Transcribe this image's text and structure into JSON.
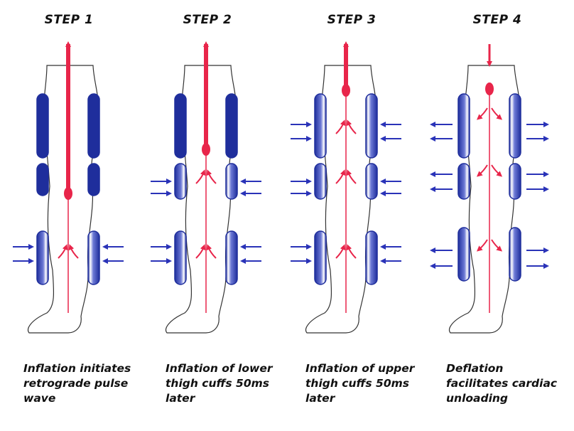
{
  "colors": {
    "cuff_blue": "#1f2e9c",
    "arrow_red": "#e8254a",
    "leg_outline": "#333333",
    "push_arrow_blue": "#2a33b8"
  },
  "steps": [
    {
      "title": "STEP 1",
      "caption": [
        "Inflation initiates",
        "retrograde pulse",
        "wave"
      ]
    },
    {
      "title": "STEP 2",
      "caption": [
        "Inflation of lower",
        "thigh cuffs 50ms",
        "later"
      ]
    },
    {
      "title": "STEP 3",
      "caption": [
        "Inflation of upper",
        "thigh cuffs 50ms",
        "later"
      ]
    },
    {
      "title": "STEP 4",
      "caption": [
        "Deflation",
        "facilitates cardiac",
        "unloading"
      ]
    }
  ]
}
